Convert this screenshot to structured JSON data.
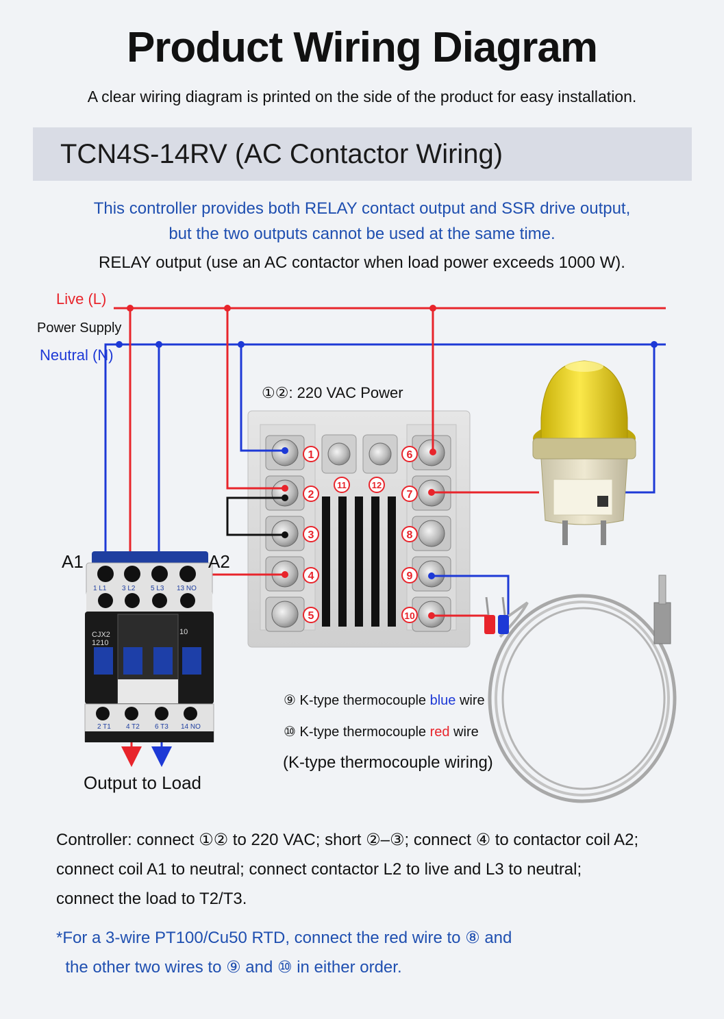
{
  "header": {
    "title": "Product Wiring Diagram",
    "subtitle": "A clear wiring diagram is printed on the side of the product for easy installation."
  },
  "section": {
    "title": "TCN4S-14RV (AC Contactor Wiring)"
  },
  "notes": {
    "line1": "This controller provides both RELAY contact output and SSR drive output,",
    "line2": "but the two outputs cannot be used at the same time.",
    "line3": "RELAY output (use an AC contactor when load power exceeds 1000 W)."
  },
  "diagram": {
    "live_label": "Live (L)",
    "supply_label": "Power Supply",
    "neutral_label": "Neutral (N)",
    "power_caption": "①②: 220 VAC Power",
    "terminals_left": [
      "1",
      "2",
      "3",
      "4",
      "5"
    ],
    "terminals_right": [
      "6",
      "7",
      "8",
      "9",
      "10"
    ],
    "terminals_top": [
      "11",
      "12"
    ],
    "contactor": {
      "a1": "A1",
      "a2": "A2",
      "top_terms": [
        "1 L1",
        "3 L2",
        "5 L3",
        "13 NO"
      ],
      "bottom_terms": [
        "2 T1",
        "4 T2",
        "6 T3",
        "14 NO"
      ],
      "model": "CJX2\n1210",
      "model_line1": "CJX2",
      "model_line2": "1210",
      "side_label": "10"
    },
    "output_label": "Output to Load",
    "tc9_prefix": "⑨ K-type thermocouple ",
    "tc9_color": "blue",
    "tc9_suffix": " wire",
    "tc10_prefix": "⑩ K-type thermocouple ",
    "tc10_color": "red",
    "tc10_suffix": " wire",
    "tc_caption": "(K-type thermocouple wiring)",
    "colors": {
      "live": "#e8242b",
      "neutral": "#1d39d6",
      "accent_blue": "#1f4fb0",
      "lamp_yellow": "#f2d81c"
    }
  },
  "instructions": {
    "line1": "Controller:  connect ①② to 220 VAC; short ②–③; connect ④ to contactor coil A2;",
    "line2": "connect coil A1 to neutral; connect contactor L2 to live and L3 to neutral;",
    "line3": "connect the load to T2/T3."
  },
  "rtd_note": {
    "line1": "*For a 3-wire PT100/Cu50 RTD, connect the red wire to ⑧ and",
    "line2": "  the other two wires to ⑨ and ⑩ in either order."
  }
}
